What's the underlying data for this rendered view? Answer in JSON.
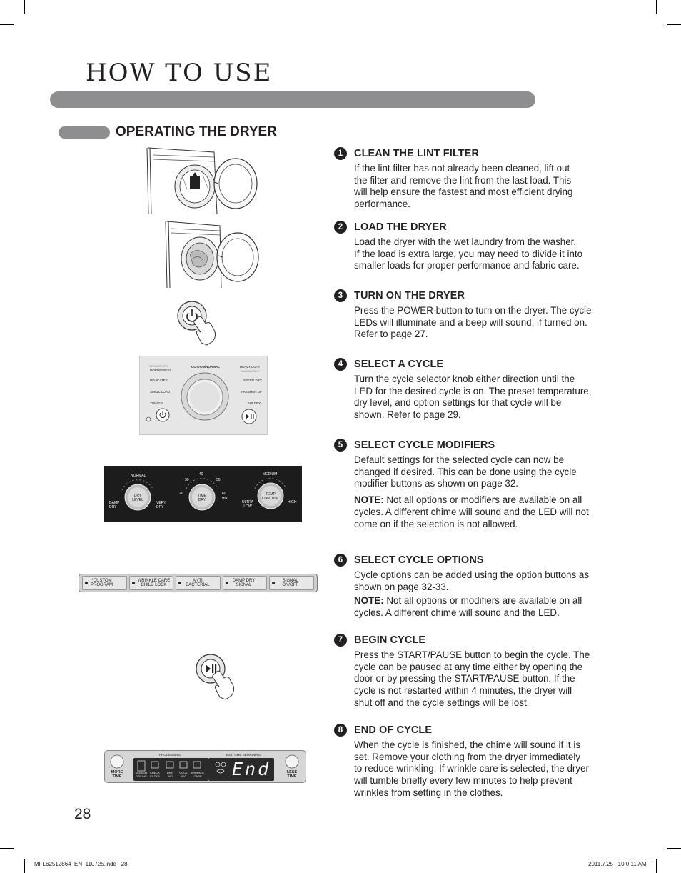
{
  "header": {
    "title": "HOW TO USE"
  },
  "section": {
    "title": "OPERATING THE DRYER"
  },
  "steps": [
    {
      "number": "1",
      "title": "CLEAN THE LINT FILTER",
      "lines": [
        "If the lint filter has not already been cleaned, lift out",
        "the filter and remove the lint from the last load. This",
        "will help ensure the fastest and most efficient drying",
        "performance."
      ]
    },
    {
      "number": "2",
      "title": "LOAD THE DRYER",
      "lines": [
        "Load the dryer with the wet laundry from the washer.",
        "If the load is extra large, you may need to divide it into",
        "smaller loads for proper performance and fabric care."
      ]
    },
    {
      "number": "3",
      "title": "TURN ON THE DRYER",
      "lines": [
        "Press the POWER button to turn on the dryer. The cycle",
        "LEDs will illuminate and a beep will sound, if turned on.",
        "Refer to page 27."
      ]
    },
    {
      "number": "4",
      "title": "SELECT A CYCLE",
      "lines": [
        "Turn the cycle selector knob either direction until the",
        "LED for the desired cycle is on. The preset temperature,",
        "dry level, and option settings for that cycle will be",
        "shown. Refer to page 29."
      ]
    },
    {
      "number": "5",
      "title": "SELECT CYCLE MODIFIERS",
      "lines": [
        "Default settings for the selected cycle can now be",
        "changed if desired. This can be done using the cycle",
        "modifier buttons as shown on page 32."
      ],
      "note_label": "NOTE:",
      "note_lines": [
        " Not all options or modifiers are available on all",
        "cycles. A different chime will sound and the LED will not",
        "come on if the selection is not allowed."
      ]
    },
    {
      "number": "6",
      "title": "SELECT CYCLE OPTIONS",
      "lines": [
        "Cycle options can be added using the option buttons as",
        "shown on page 32-33."
      ],
      "note_label": "NOTE:",
      "note_lines": [
        " Not all options or modifiers are available on all",
        "cycles. A different chime will sound and the LED."
      ]
    },
    {
      "number": "7",
      "title": "BEGIN CYCLE",
      "lines": [
        "Press the START/PAUSE button to begin the cycle. The",
        "cycle can be paused at any time either by opening the",
        "door or by pressing the START/PAUSE button. If the",
        "cycle is not restarted within 4 minutes, the dryer will",
        "shut off and the cycle settings will be lost."
      ]
    },
    {
      "number": "8",
      "title": "END OF CYCLE",
      "lines": [
        "When the cycle is finished, the chime will sound if it is",
        "set. Remove your clothing from the dryer immediately",
        "to reduce wrinkling. If wrinkle care is selected, the dryer",
        "will tumble briefly every few minutes to help prevent",
        "wrinkles from setting in the clothes."
      ]
    }
  ],
  "cycle_panel": {
    "left_labels": [
      "*SENSOR DRY",
      "NORM/PRESS",
      "DELICATES",
      "SMALL LOAD",
      "TOWELS"
    ],
    "top_label": "COTTON/NORMAL",
    "right_labels": [
      "HEAVY DUTY",
      "*MANUAL DRY",
      "SPEED DRY",
      "FRESHEN UP",
      "AIR DRY"
    ]
  },
  "modifier_panel": {
    "dry_level": {
      "label_1": "DRY",
      "label_2": "LEVEL",
      "top": "NORMAL",
      "left_1": "DAMP",
      "left_2": "DRY",
      "right_1": "VERY",
      "right_2": "DRY"
    },
    "time_dry": {
      "label_1": "TIME",
      "label_2": "DRY",
      "top": "40",
      "top_left": "30",
      "top_right": "50",
      "left": "20",
      "right": "60",
      "right_unit": "MIN"
    },
    "temp_control": {
      "label_1": "TEMP",
      "label_2": "CONTROL",
      "top": "MEDIUM",
      "left_1": "ULTRA",
      "left_2": "LOW",
      "right": "HIGH"
    }
  },
  "option_strip": {
    "buttons": [
      {
        "line_1": "CUSTOM",
        "line_2": "PROGRAM",
        "star": "*"
      },
      {
        "line_1": "WRINKLE CARE",
        "line_2": "CHILD LOCK"
      },
      {
        "line_1": "ANTI",
        "line_2": "BACTERIAL"
      },
      {
        "line_1": "DAMP DRY",
        "line_2": "SIGNAL"
      },
      {
        "line_1": "SIGNAL",
        "line_2": "ON/OFF"
      }
    ]
  },
  "display_panel": {
    "processing": "PROCESSING",
    "est_time": "EST. TIME REMAINING",
    "readout": "End",
    "more_1": "MORE",
    "more_2": "TIME",
    "less_1": "LESS",
    "less_2": "TIME",
    "stages": [
      {
        "line_1": "SENSOR",
        "line_2": "DRYING"
      },
      {
        "line_1": "CHECK",
        "line_2": "FILTER"
      },
      {
        "line_1": "DRY",
        "line_2": "-ING"
      },
      {
        "line_1": "COOL",
        "line_2": "-ING"
      },
      {
        "line_1": "WRINKLE",
        "line_2": "CARE"
      }
    ]
  },
  "footer": {
    "page_number": "28",
    "file": "MFL62512864_EN_110725.indd   28",
    "timestamp": "2011.7.25   10:0:11 AM"
  }
}
